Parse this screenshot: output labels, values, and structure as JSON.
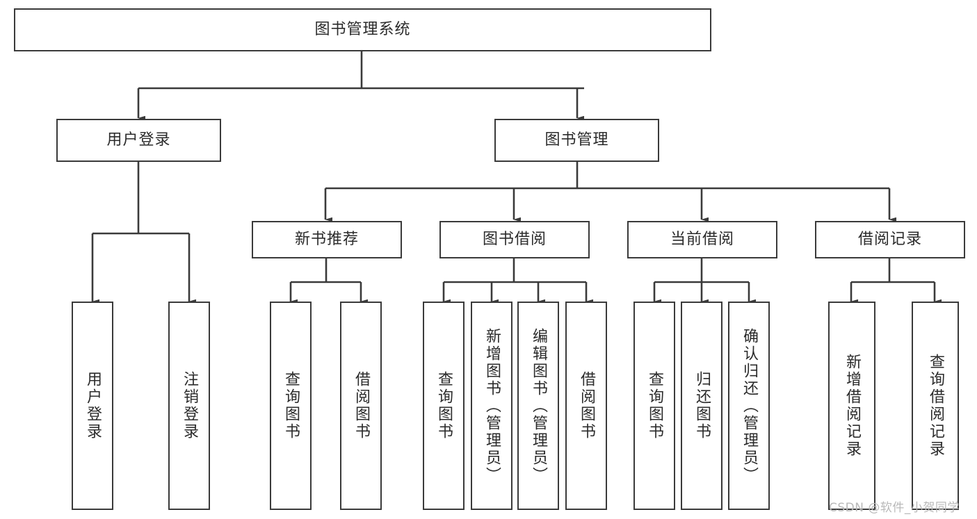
{
  "diagram": {
    "title": "图书管理系统",
    "type": "hierarchy-tree",
    "root": {
      "label": "图书管理系统"
    },
    "level2": [
      {
        "label": "用户登录"
      },
      {
        "label": "图书管理"
      }
    ],
    "level3": [
      {
        "label": "新书推荐"
      },
      {
        "label": "图书借阅"
      },
      {
        "label": "当前借阅"
      },
      {
        "label": "借阅记录"
      }
    ],
    "leaves": {
      "user_login": [
        {
          "label": "用户登录"
        },
        {
          "label": "注销登录"
        }
      ],
      "new_book_recommend": [
        {
          "label": "查询图书"
        },
        {
          "label": "借阅图书"
        }
      ],
      "book_borrow": [
        {
          "label": "查询图书"
        },
        {
          "label": "新增图书（管理员）"
        },
        {
          "label": "编辑图书（管理员）"
        },
        {
          "label": "借阅图书"
        }
      ],
      "current_borrow": [
        {
          "label": "查询图书"
        },
        {
          "label": "归还图书"
        },
        {
          "label": "确认归还（管理员）"
        }
      ],
      "borrow_record": [
        {
          "label": "新增借阅记录"
        },
        {
          "label": "查询借阅记录"
        }
      ]
    }
  },
  "watermark": {
    "text": "CSDN @软件_小贺同学"
  },
  "colors": {
    "stroke": "#3a3a3a",
    "text": "#2b2b2b",
    "background": "#ffffff",
    "watermark": "#b9b9b9"
  }
}
